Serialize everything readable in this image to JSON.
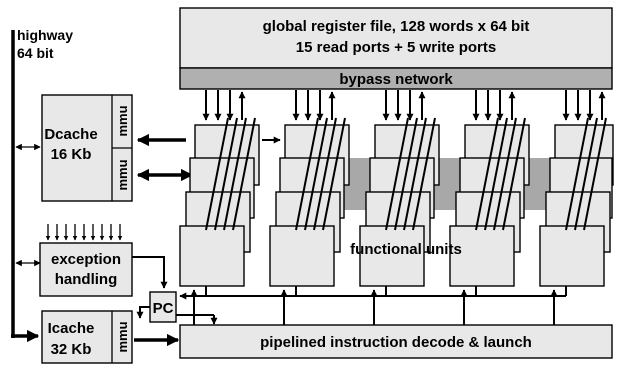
{
  "diagram": {
    "highway": {
      "line1": "highway",
      "line2": "64 bit"
    },
    "register_file": {
      "line1": "global register file, 128 words x 64 bit",
      "line2": "15 read ports + 5 write ports"
    },
    "bypass_network": "bypass network",
    "dcache": {
      "line1": "Dcache",
      "line2": "16 Kb"
    },
    "mmu": "mmu",
    "exception": {
      "line1": "exception",
      "line2": "handling"
    },
    "pc": "PC",
    "icache": {
      "line1": "Icache",
      "line2": "32 Kb"
    },
    "functional_units": "functional units",
    "decode": "pipelined instruction decode & launch",
    "colors": {
      "light_box": "#e8e8e8",
      "dark_box": "#b0b0b0",
      "line": "#000000"
    }
  }
}
